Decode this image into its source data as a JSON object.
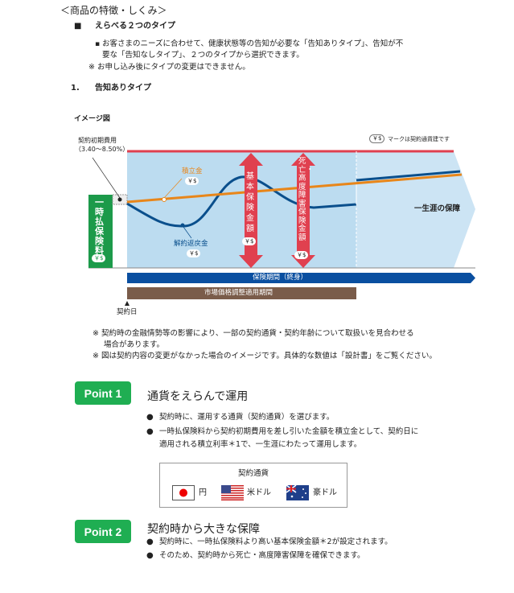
{
  "section_title": "＜商品の特徴・しくみ＞",
  "subsection": {
    "marker": "■",
    "title": "えらべる２つのタイプ"
  },
  "intro": {
    "bullet_line1": "お客さまのニーズに合わせて、健康状態等の告知が必要な「告知ありタイプ」、告知が不",
    "bullet_line2": "要な「告知なしタイプ」、２つのタイプから選択できます。",
    "note": "※ お申し込み後にタイプの変更はできません。"
  },
  "type_heading": {
    "number": "1.",
    "title": "告知ありタイプ"
  },
  "diagram": {
    "caption": "イメージ図",
    "initial_cost_label": "契約初期費用",
    "initial_cost_range": "（3.40～8.50%）",
    "currency_mark": "￥$",
    "currency_mark_note": "マークは契約通貨建です",
    "premium_label": "一時払保険料",
    "accumulation_label": "積立金",
    "surrender_label": "解約返戻金",
    "basic_sum_label": "基本保険金額",
    "death_benefit_label": "死亡・高度障害保険金額",
    "lifetime_label": "一生涯の保障",
    "period_label": "保険期間（終身）",
    "mva_label": "市場価格調整適用期間",
    "contract_date": "契約日",
    "colors": {
      "area": "#bcdcf0",
      "area_right": "#cce4f4",
      "red": "#e0404f",
      "orange": "#e8861a",
      "navy": "#0a4f8c",
      "bar_blue": "#0a4fa0",
      "bar_brown": "#7a5c4a",
      "green": "#1c9a4a"
    }
  },
  "notes": [
    "※ 契約時の金融情勢等の影響により、一部の契約通貨・契約年齢について取扱いを見合わせる",
    "場合があります。",
    "※ 図は契約内容の変更がなかった場合のイメージです。具体的な数値は「設計書」をご覧ください。"
  ],
  "point1": {
    "badge": "Point 1",
    "title": "通貨をえらんで運用",
    "bullets": [
      "契約時に、運用する通貨（契約通貨）を選びます。",
      "一時払保険料から契約初期費用を差し引いた金額を積立金として、契約日に",
      "適用される積立利率＊1で、一生涯にわたって運用します。"
    ],
    "currency_box": {
      "title": "契約通貨",
      "items": [
        {
          "flag": "japan-flag",
          "label": "円"
        },
        {
          "flag": "us-flag",
          "label": "米ドル"
        },
        {
          "flag": "australia-flag",
          "label": "豪ドル"
        }
      ]
    }
  },
  "point2": {
    "badge": "Point 2",
    "title": "契約時から大きな保障",
    "bullets": [
      "契約時に、一時払保険料より高い基本保険金額＊2が設定されます。",
      "そのため、契約時から死亡・高度障害保障を確保できます。"
    ]
  }
}
